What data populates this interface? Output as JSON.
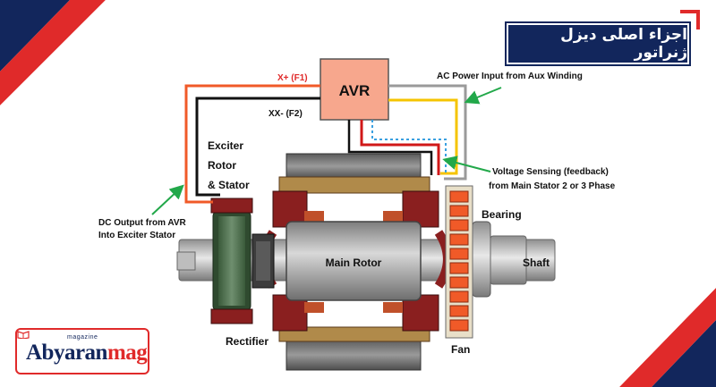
{
  "title": "اجزاء اصلی دیزل ژنراتور",
  "labels": {
    "avr": "AVR",
    "xplus": "X+ (F1)",
    "xminus": "XX- (F2)",
    "ac_input": "AC Power Input from Aux Winding",
    "exciter_1": "Exciter",
    "exciter_2": "Rotor",
    "exciter_3": "& Stator",
    "dc_output_1": "DC Output from AVR",
    "dc_output_2": "Into Exciter Stator",
    "voltage_1": "Voltage Sensing (feedback)",
    "voltage_2": "from Main Stator 2 or 3 Phase",
    "bearing": "Bearing",
    "shaft": "Shaft",
    "main_rotor": "Main Rotor",
    "rectifier": "Rectifier",
    "fan": "Fan"
  },
  "logo": {
    "part1": "Abyaran",
    "part2": "mag",
    "sub": "magazine"
  },
  "colors": {
    "navy": "#12265c",
    "red": "#e02a2a",
    "avr_fill": "#f7a78d",
    "wire_orange": "#f05a28",
    "wire_yellow": "#f5c400",
    "wire_blue": "#3aa0e0",
    "arrow_green": "#22a84a",
    "coil_red": "#8a1f1f",
    "rotor_gray": "#a8a8a8"
  }
}
